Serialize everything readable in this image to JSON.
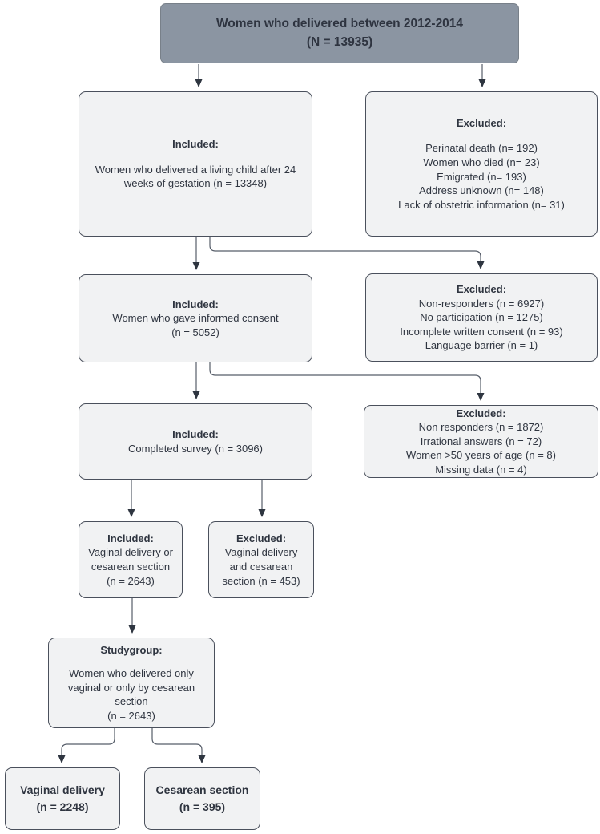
{
  "flowchart": {
    "root": {
      "text": "Women who delivered between 2012-2014\n(N = 13935)"
    },
    "included1": {
      "header": "Included:",
      "body": "Women who delivered a living child after 24\nweeks of gestation (n = 13348)"
    },
    "excluded1": {
      "header": "Excluded:",
      "body": "Perinatal death (n= 192)\nWomen who died (n= 23)\nEmigrated (n= 193)\nAddress unknown (n= 148)\nLack of obstetric information (n= 31)"
    },
    "included2": {
      "header": "Included:",
      "body": "Women who gave informed consent\n(n = 5052)"
    },
    "excluded2": {
      "header": "Excluded:",
      "body": "Non-responders (n = 6927)\nNo participation (n = 1275)\nIncomplete written consent (n = 93)\nLanguage barrier (n = 1)"
    },
    "included3": {
      "header": "Included:",
      "body": "Completed survey (n = 3096)"
    },
    "excluded3": {
      "header": "Excluded:",
      "body": "Non responders (n = 1872)\nIrrational answers (n = 72)\nWomen >50 years of age (n = 8)\nMissing data (n = 4)"
    },
    "included4": {
      "header": "Included:",
      "body": "Vaginal delivery or\ncesarean section\n(n = 2643)"
    },
    "excluded4": {
      "header": "Excluded:",
      "body": "Vaginal delivery\nand cesarean\nsection (n = 453)"
    },
    "studygroup": {
      "header": "Studygroup:",
      "body": "Women who delivered only\nvaginal or only by cesarean\nsection\n(n = 2643)"
    },
    "vaginal": {
      "text": "Vaginal delivery\n(n = 2248)"
    },
    "cesarean": {
      "text": "Cesarean section\n(n = 395)"
    }
  },
  "colors": {
    "root_box_fill": "#8b95a2",
    "light_box_fill": "#f1f2f3",
    "box_border": "#4a505c",
    "text": "#2f3540",
    "connector_line": "#565d69",
    "arrowhead": "#2e3540",
    "background": "#ffffff"
  }
}
